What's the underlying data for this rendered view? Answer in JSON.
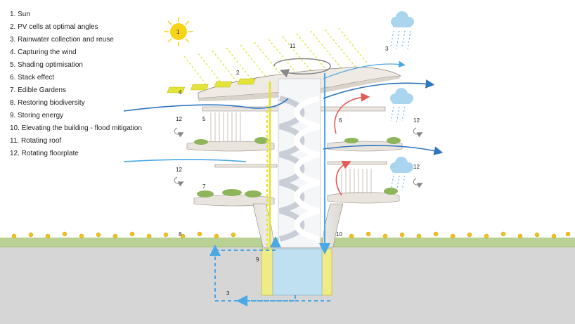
{
  "legend": [
    {
      "label": "1. Sun"
    },
    {
      "label": "2. PV cells at optimal angles"
    },
    {
      "label": "3. Rainwater collection and reuse"
    },
    {
      "label": "4. Capturing the wind"
    },
    {
      "label": "5. Shading optimisation"
    },
    {
      "label": "6. Stack effect"
    },
    {
      "label": "7. Edible Gardens"
    },
    {
      "label": "8. Restoring biodiversity"
    },
    {
      "label": "9. Storing energy"
    },
    {
      "label": "10. Elevating the building - flood mitigation"
    },
    {
      "label": "11. Rotating roof"
    },
    {
      "label": "12. Rotating floorplate"
    }
  ],
  "markers": {
    "sun": "1",
    "pv": "2",
    "rain_top": "3",
    "rain_bottom": "3",
    "wind": "4",
    "shading": "5",
    "stack": "6",
    "garden": "7",
    "biodiversity": "8",
    "storage": "9",
    "elevation": "10",
    "roof_rotation": "11",
    "floor_rotation_a": "12",
    "floor_rotation_b": "12",
    "floor_rotation_c": "12"
  },
  "colors": {
    "sun": "#f7d417",
    "pv": "#e4e33a",
    "wind": "#2f74c0",
    "rain": "#4aa8e6",
    "cloud": "#a9d6ee",
    "stack": "#e25c57",
    "ground": "#d6d6d6",
    "tank": "#bfe0f0",
    "grass": "#8fb55a"
  }
}
